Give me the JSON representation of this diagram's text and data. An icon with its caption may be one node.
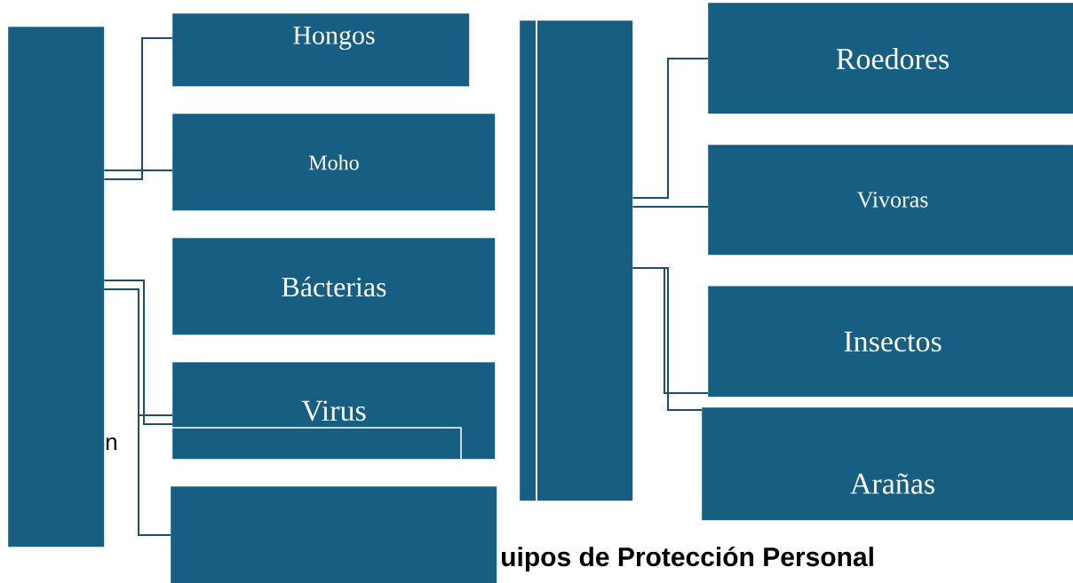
{
  "diagram": {
    "nodes": [
      {
        "text": [],
        "shape": "box"
      },
      {
        "text": [
          "Hongos"
        ]
      },
      {
        "text": [
          "Moho"
        ]
      },
      {
        "text": [
          "Bácterias"
        ]
      },
      {
        "text": [
          "Virus"
        ]
      },
      {
        "text": [],
        "shape": "box"
      },
      {
        "text": [],
        "shape": "box"
      },
      {
        "text": [
          "Roedores"
        ]
      },
      {
        "text": [
          "Vivoras"
        ]
      },
      {
        "text": [
          "Insectos"
        ]
      },
      {
        "text": [
          "Arañas"
        ]
      }
    ],
    "edges": [
      {
        "from": 0,
        "to": 1,
        "arrow": "none"
      },
      {
        "from": 0,
        "to": 2,
        "arrow": "none"
      },
      {
        "from": 0,
        "to": 4,
        "arrow": "none"
      },
      {
        "from": 0,
        "to": 4,
        "arrow": "none"
      },
      {
        "from": 0,
        "to": 5,
        "arrow": "none"
      },
      {
        "from": 6,
        "to": 7,
        "arrow": "none"
      },
      {
        "from": 6,
        "to": 8,
        "arrow": "none"
      },
      {
        "from": 6,
        "to": 9,
        "arrow": "none"
      },
      {
        "from": 6,
        "to": 10,
        "arrow": "none"
      }
    ],
    "labels": [
      "n",
      "uipos de Protección Personal"
    ]
  }
}
